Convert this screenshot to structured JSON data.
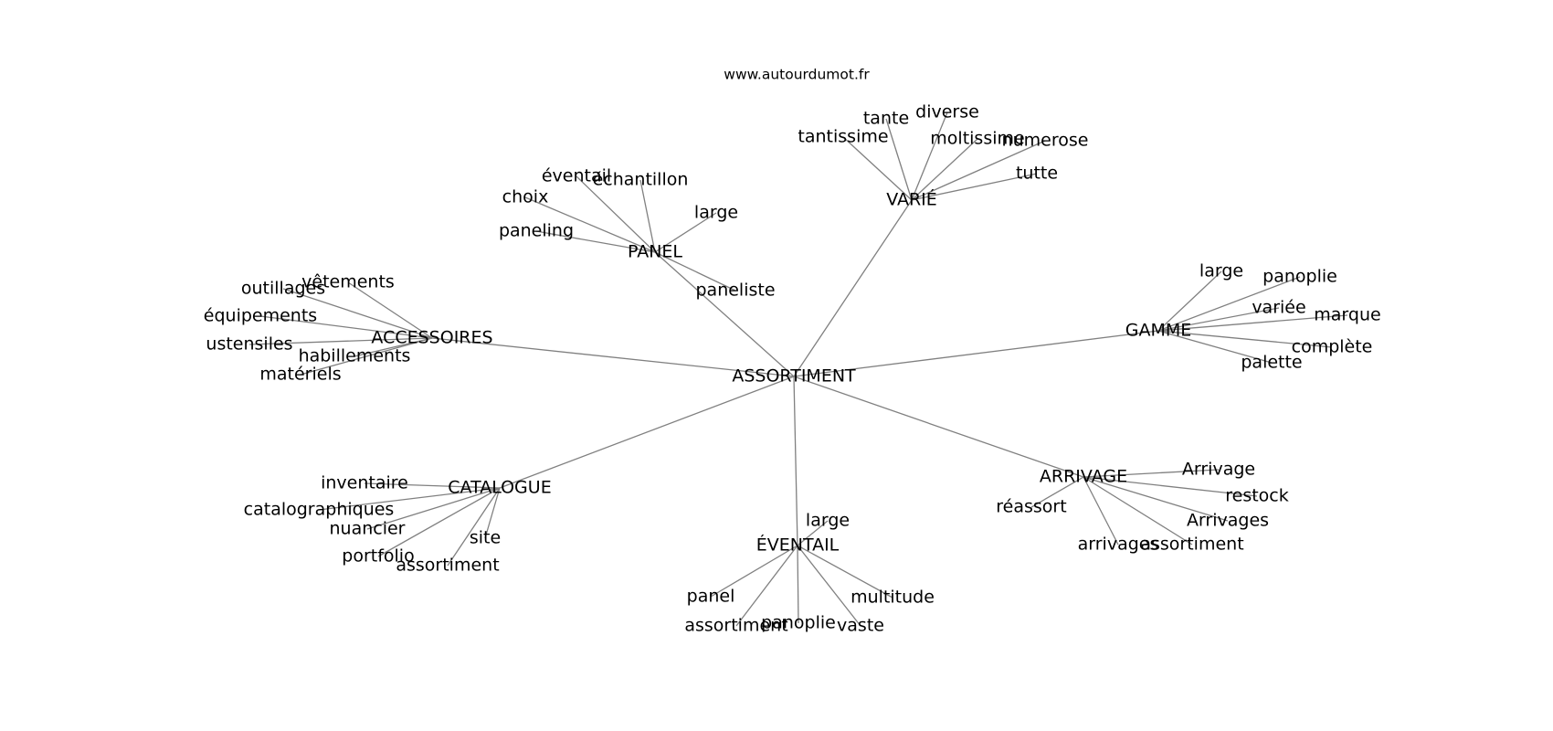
{
  "credit": "www.autourdumot.fr",
  "colors": {
    "edge": "#808080",
    "text": "#000000",
    "background": "#ffffff"
  },
  "graph": {
    "center": "ASSORTIMENT",
    "groups": [
      {
        "hub": "VARIÉ",
        "words": [
          "tantissime",
          "tante",
          "diverse",
          "moltissime",
          "numerose",
          "tutte"
        ]
      },
      {
        "hub": "PANEL",
        "words": [
          "éventail",
          "échantillon",
          "choix",
          "large",
          "paneling",
          "paneliste"
        ]
      },
      {
        "hub": "ACCESSOIRES",
        "words": [
          "vêtements",
          "outillages",
          "équipements",
          "ustensiles",
          "habillements",
          "matériels"
        ]
      },
      {
        "hub": "GAMME",
        "words": [
          "large",
          "panoplie",
          "variée",
          "marque",
          "complète",
          "palette"
        ]
      },
      {
        "hub": "CATALOGUE",
        "words": [
          "inventaire",
          "catalographiques",
          "nuancier",
          "site",
          "portfolio",
          "assortiment"
        ]
      },
      {
        "hub": "ÉVENTAIL",
        "words": [
          "large",
          "panel",
          "multitude",
          "assortiment",
          "panoplie",
          "vaste"
        ]
      },
      {
        "hub": "ARRIVAGE",
        "words": [
          "Arrivage",
          "restock",
          "réassort",
          "Arrivages",
          "arrivages",
          "assortiment"
        ]
      }
    ]
  }
}
